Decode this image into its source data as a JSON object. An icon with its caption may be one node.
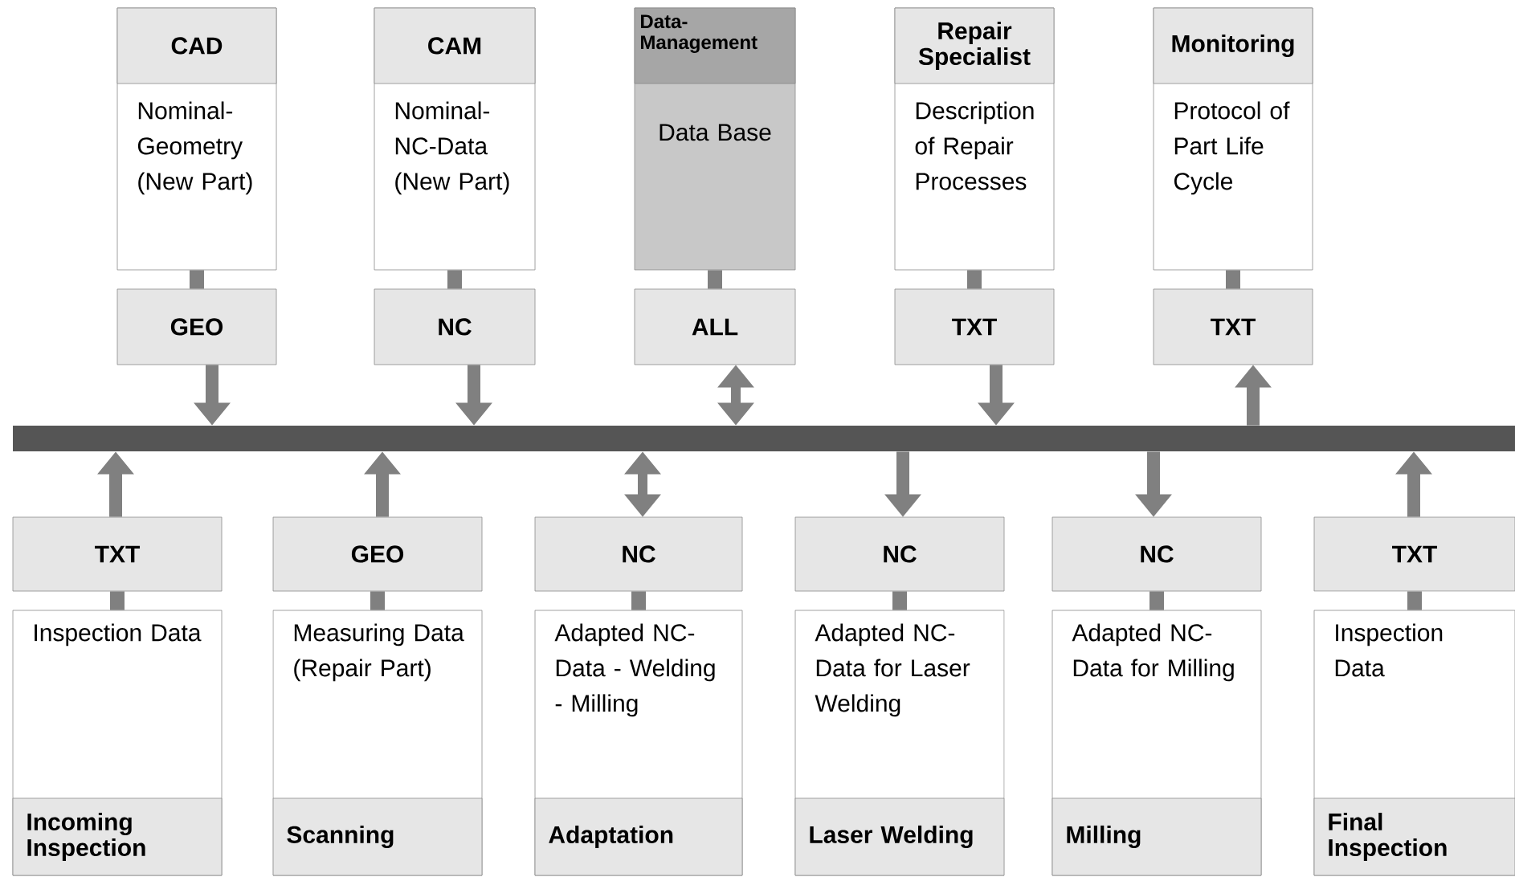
{
  "diagram": {
    "nodes": [
      {
        "text": [
          "CAD",
          "Nominal-Geometry (New Part)"
        ]
      },
      {
        "text": [
          "GEO"
        ]
      },
      {
        "text": [
          "CAM",
          "Nominal-NC-Data (New Part)"
        ]
      },
      {
        "text": [
          "NC"
        ]
      },
      {
        "text": [
          "Data-Management",
          "Data Base"
        ]
      },
      {
        "text": [
          "ALL"
        ]
      },
      {
        "text": [
          "Repair Specialist",
          "Description of Repair Processes"
        ]
      },
      {
        "text": [
          "TXT"
        ]
      },
      {
        "text": [
          "Monitoring",
          "Protocol of Part Life Cycle"
        ]
      },
      {
        "text": [
          "TXT"
        ]
      },
      {
        "text": [],
        "shape": "bar"
      },
      {
        "text": [
          "TXT"
        ]
      },
      {
        "text": [
          "Inspection Data",
          "Incoming Inspection"
        ]
      },
      {
        "text": [
          "GEO"
        ]
      },
      {
        "text": [
          "Measuring Data (Repair Part)",
          "Scanning"
        ]
      },
      {
        "text": [
          "NC"
        ]
      },
      {
        "text": [
          "Adapted NC-Data - Welding - Milling",
          "Adaptation"
        ]
      },
      {
        "text": [
          "NC"
        ]
      },
      {
        "text": [
          "Adapted NC-Data for Laser Welding",
          "Laser Welding"
        ]
      },
      {
        "text": [
          "NC"
        ]
      },
      {
        "text": [
          "Adapted NC-Data for Milling",
          "Milling"
        ]
      },
      {
        "text": [
          "TXT"
        ]
      },
      {
        "text": [
          "Inspection Data",
          "Final Inspection"
        ]
      }
    ],
    "edges": [
      {
        "from": 0,
        "to": 1,
        "arrow": "none"
      },
      {
        "from": 1,
        "to": 10,
        "arrow": "to"
      },
      {
        "from": 2,
        "to": 3,
        "arrow": "none"
      },
      {
        "from": 3,
        "to": 10,
        "arrow": "to"
      },
      {
        "from": 4,
        "to": 5,
        "arrow": "none"
      },
      {
        "from": 5,
        "to": 10,
        "arrow": "both"
      },
      {
        "from": 6,
        "to": 7,
        "arrow": "none"
      },
      {
        "from": 7,
        "to": 10,
        "arrow": "to"
      },
      {
        "from": 8,
        "to": 9,
        "arrow": "none"
      },
      {
        "from": 10,
        "to": 9,
        "arrow": "to"
      },
      {
        "from": 12,
        "to": 11,
        "arrow": "none"
      },
      {
        "from": 11,
        "to": 10,
        "arrow": "to"
      },
      {
        "from": 14,
        "to": 13,
        "arrow": "none"
      },
      {
        "from": 13,
        "to": 10,
        "arrow": "to"
      },
      {
        "from": 16,
        "to": 15,
        "arrow": "none"
      },
      {
        "from": 15,
        "to": 10,
        "arrow": "both"
      },
      {
        "from": 10,
        "to": 17,
        "arrow": "to"
      },
      {
        "from": 18,
        "to": 17,
        "arrow": "none"
      },
      {
        "from": 10,
        "to": 19,
        "arrow": "to"
      },
      {
        "from": 20,
        "to": 19,
        "arrow": "none"
      },
      {
        "from": 22,
        "to": 21,
        "arrow": "none"
      },
      {
        "from": 21,
        "to": 10,
        "arrow": "to"
      }
    ]
  }
}
